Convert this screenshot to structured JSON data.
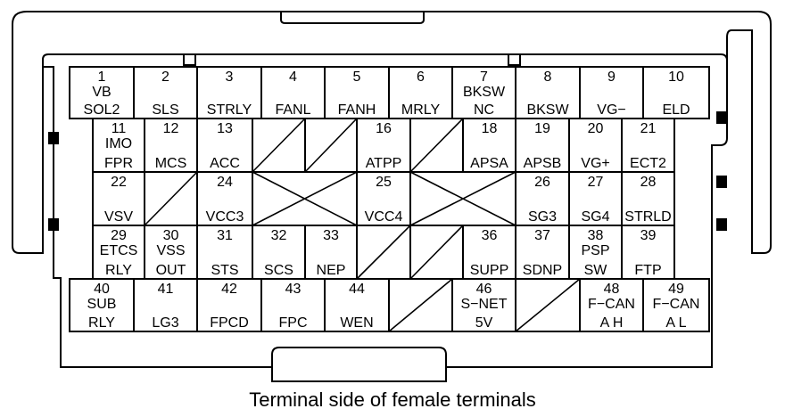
{
  "caption": "Terminal side of female terminals",
  "terminals": [
    {
      "no": "1",
      "l1": "VB",
      "l2": "SOL2"
    },
    {
      "no": "2",
      "l1": "",
      "l2": "SLS"
    },
    {
      "no": "3",
      "l1": "",
      "l2": "STRLY"
    },
    {
      "no": "4",
      "l1": "",
      "l2": "FANL"
    },
    {
      "no": "5",
      "l1": "",
      "l2": "FANH"
    },
    {
      "no": "6",
      "l1": "",
      "l2": "MRLY"
    },
    {
      "no": "7",
      "l1": "BKSW",
      "l2": "NC"
    },
    {
      "no": "8",
      "l1": "",
      "l2": "BKSW"
    },
    {
      "no": "9",
      "l1": "",
      "l2": "VG−"
    },
    {
      "no": "10",
      "l1": "",
      "l2": "ELD"
    },
    {
      "no": "11",
      "l1": "IMO",
      "l2": "FPR"
    },
    {
      "no": "12",
      "l1": "",
      "l2": "MCS"
    },
    {
      "no": "13",
      "l1": "",
      "l2": "ACC"
    },
    {
      "no": "16",
      "l1": "",
      "l2": "ATPP"
    },
    {
      "no": "18",
      "l1": "",
      "l2": "APSA"
    },
    {
      "no": "19",
      "l1": "",
      "l2": "APSB"
    },
    {
      "no": "20",
      "l1": "",
      "l2": "VG+"
    },
    {
      "no": "21",
      "l1": "",
      "l2": "ECT2"
    },
    {
      "no": "22",
      "l1": "",
      "l2": "VSV"
    },
    {
      "no": "24",
      "l1": "",
      "l2": "VCC3"
    },
    {
      "no": "25",
      "l1": "",
      "l2": "VCC4"
    },
    {
      "no": "26",
      "l1": "",
      "l2": "SG3"
    },
    {
      "no": "27",
      "l1": "",
      "l2": "SG4"
    },
    {
      "no": "28",
      "l1": "",
      "l2": "STRLD"
    },
    {
      "no": "29",
      "l1": "ETCS",
      "l2": "RLY"
    },
    {
      "no": "30",
      "l1": "VSS",
      "l2": "OUT"
    },
    {
      "no": "31",
      "l1": "",
      "l2": "STS"
    },
    {
      "no": "32",
      "l1": "",
      "l2": "SCS"
    },
    {
      "no": "33",
      "l1": "",
      "l2": "NEP"
    },
    {
      "no": "36",
      "l1": "",
      "l2": "SUPP"
    },
    {
      "no": "37",
      "l1": "",
      "l2": "SDNP"
    },
    {
      "no": "38",
      "l1": "PSP",
      "l2": "SW"
    },
    {
      "no": "39",
      "l1": "",
      "l2": "FTP"
    },
    {
      "no": "40",
      "l1": "SUB",
      "l2": "RLY"
    },
    {
      "no": "41",
      "l1": "",
      "l2": "LG3"
    },
    {
      "no": "42",
      "l1": "",
      "l2": "FPCD"
    },
    {
      "no": "43",
      "l1": "",
      "l2": "FPC"
    },
    {
      "no": "44",
      "l1": "",
      "l2": "WEN"
    },
    {
      "no": "46",
      "l1": "S−NET",
      "l2": "5V"
    },
    {
      "no": "48",
      "l1": "F−CAN",
      "l2": "A H"
    },
    {
      "no": "49",
      "l1": "F−CAN",
      "l2": "A L"
    }
  ]
}
